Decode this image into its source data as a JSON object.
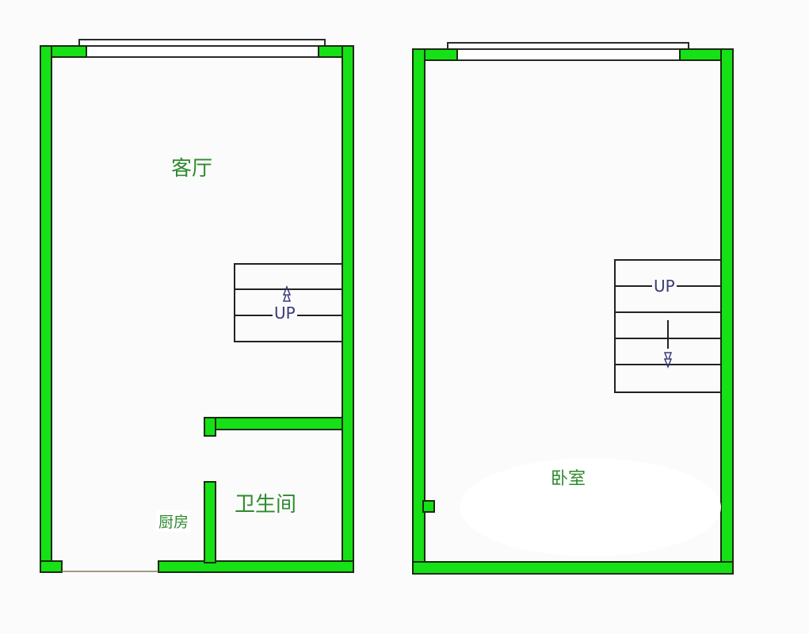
{
  "floorplan": {
    "units": [
      {
        "name": "lower-floor",
        "rooms": [
          {
            "label": "客厅"
          },
          {
            "label": "卫生间"
          },
          {
            "label": "厨房"
          }
        ],
        "stairs": {
          "label": "UP",
          "direction": "up"
        }
      },
      {
        "name": "upper-floor",
        "rooms": [
          {
            "label": "卧室"
          }
        ],
        "stairs": {
          "label": "UP",
          "direction": "down"
        }
      }
    ],
    "colors": {
      "wall": "#16e016",
      "wall_outline": "#1b2a12",
      "room_label": "#2e8b2e",
      "stair_label": "#3a3a7a",
      "background": "#fbfbfb"
    }
  }
}
